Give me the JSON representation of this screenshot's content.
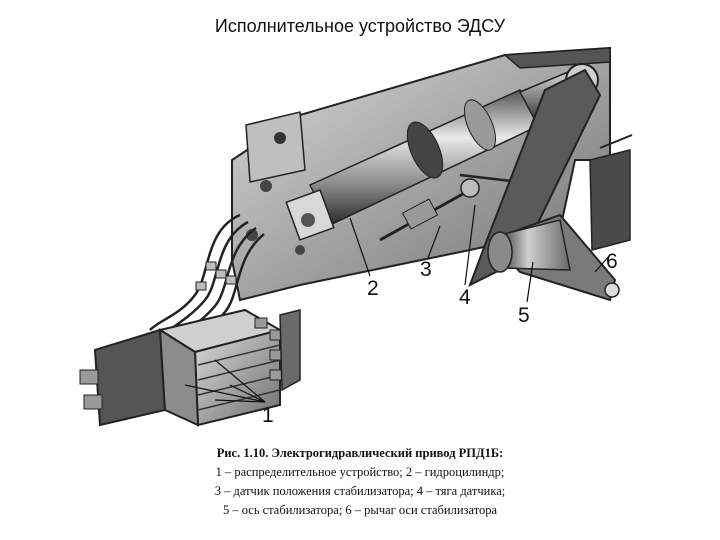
{
  "title": "Исполнительное устройство ЭДСУ",
  "callouts": [
    {
      "id": "1",
      "text": "1"
    },
    {
      "id": "2",
      "text": "2"
    },
    {
      "id": "3",
      "text": "3"
    },
    {
      "id": "4",
      "text": "4"
    },
    {
      "id": "5",
      "text": "5"
    },
    {
      "id": "6",
      "text": "6"
    }
  ],
  "caption": {
    "line1": "Рис. 1.10. Электрогидравлический привод РПД1Б:",
    "line2": "1 – распределительное устройство; 2 – гидроцилиндр;",
    "line3": "3 – датчик положения стабилизатора; 4 – тяга датчика;",
    "line4": "5 – ось стабилизатора; 6 – рычаг оси стабилизатора"
  }
}
